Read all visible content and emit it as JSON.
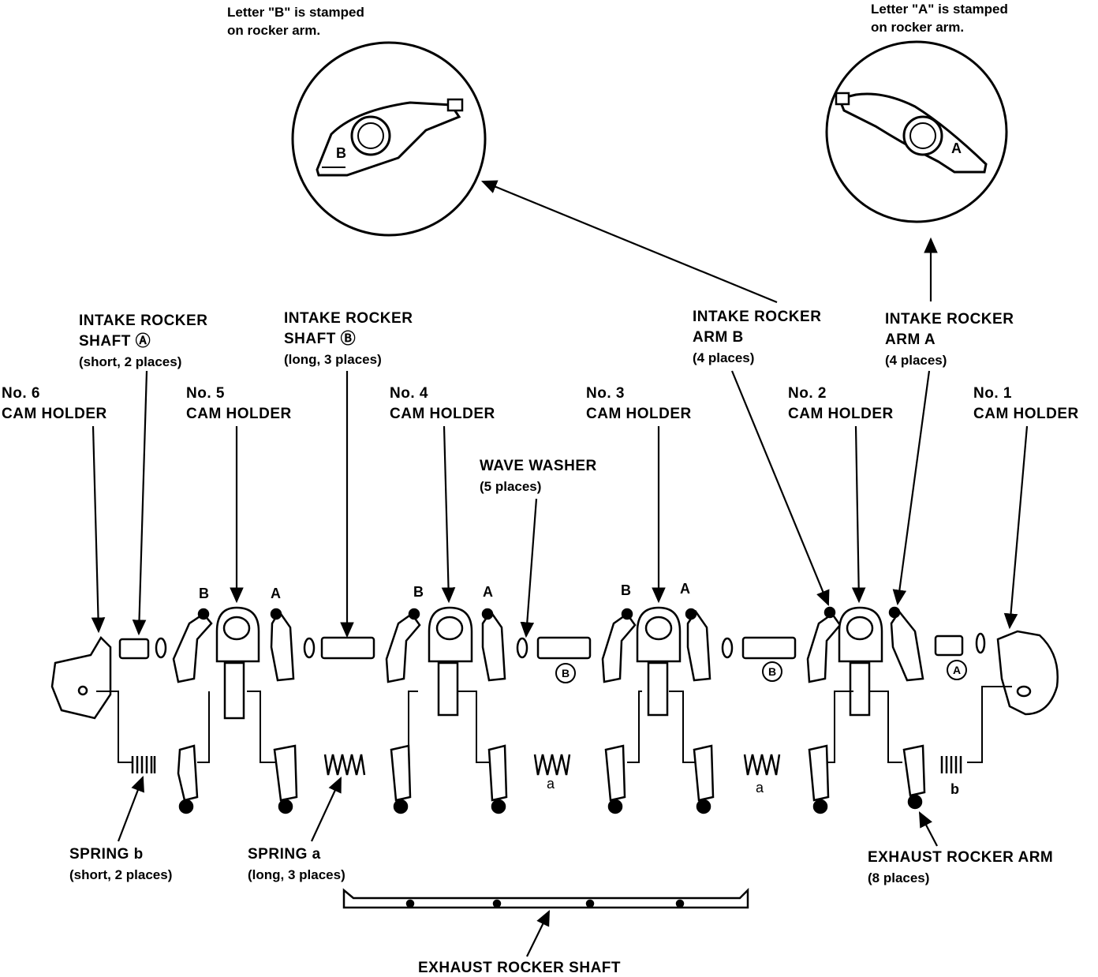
{
  "notes": {
    "stamp_b_line1": "Letter \"B\" is stamped",
    "stamp_b_line2": "on rocker arm.",
    "stamp_a_line1": "Letter \"A\" is stamped",
    "stamp_a_line2": "on rocker arm.",
    "detail_b_letter": "B",
    "detail_a_letter": "A"
  },
  "labels": {
    "intake_shaft_a": {
      "line1": "INTAKE ROCKER",
      "line2": "SHAFT Ⓐ",
      "line3": "(short, 2 places)"
    },
    "intake_shaft_b": {
      "line1": "INTAKE ROCKER",
      "line2": "SHAFT Ⓑ",
      "line3": "(long, 3 places)"
    },
    "intake_arm_b": {
      "line1": "INTAKE ROCKER",
      "line2": "ARM B",
      "line3": "(4 places)"
    },
    "intake_arm_a": {
      "line1": "INTAKE ROCKER",
      "line2": "ARM A",
      "line3": "(4 places)"
    },
    "cam6": {
      "line1": "No. 6",
      "line2": "CAM HOLDER"
    },
    "cam5": {
      "line1": "No. 5",
      "line2": "CAM HOLDER"
    },
    "cam4": {
      "line1": "No. 4",
      "line2": "CAM HOLDER"
    },
    "cam3": {
      "line1": "No. 3",
      "line2": "CAM HOLDER"
    },
    "cam2": {
      "line1": "No. 2",
      "line2": "CAM HOLDER"
    },
    "cam1": {
      "line1": "No. 1",
      "line2": "CAM HOLDER"
    },
    "wave_washer": {
      "line1": "WAVE WASHER",
      "line2": "(5 places)"
    },
    "spring_b": {
      "line1": "SPRING b",
      "line2": "(short, 2 places)"
    },
    "spring_a": {
      "line1": "SPRING a",
      "line2": "(long, 3 places)"
    },
    "exhaust_arm": {
      "line1": "EXHAUST ROCKER ARM",
      "line2": "(8 places)"
    },
    "exhaust_shaft": {
      "line1": "EXHAUST ROCKER SHAFT"
    }
  },
  "part_tags": {
    "b1": "B",
    "a1": "A",
    "b2": "B",
    "a2": "A",
    "b3": "B",
    "a3": "A",
    "shaft_b1": "B",
    "shaft_b2": "B",
    "shaft_a1": "A",
    "spring_a1": "a",
    "spring_a2": "a",
    "spring_b1": "b"
  }
}
